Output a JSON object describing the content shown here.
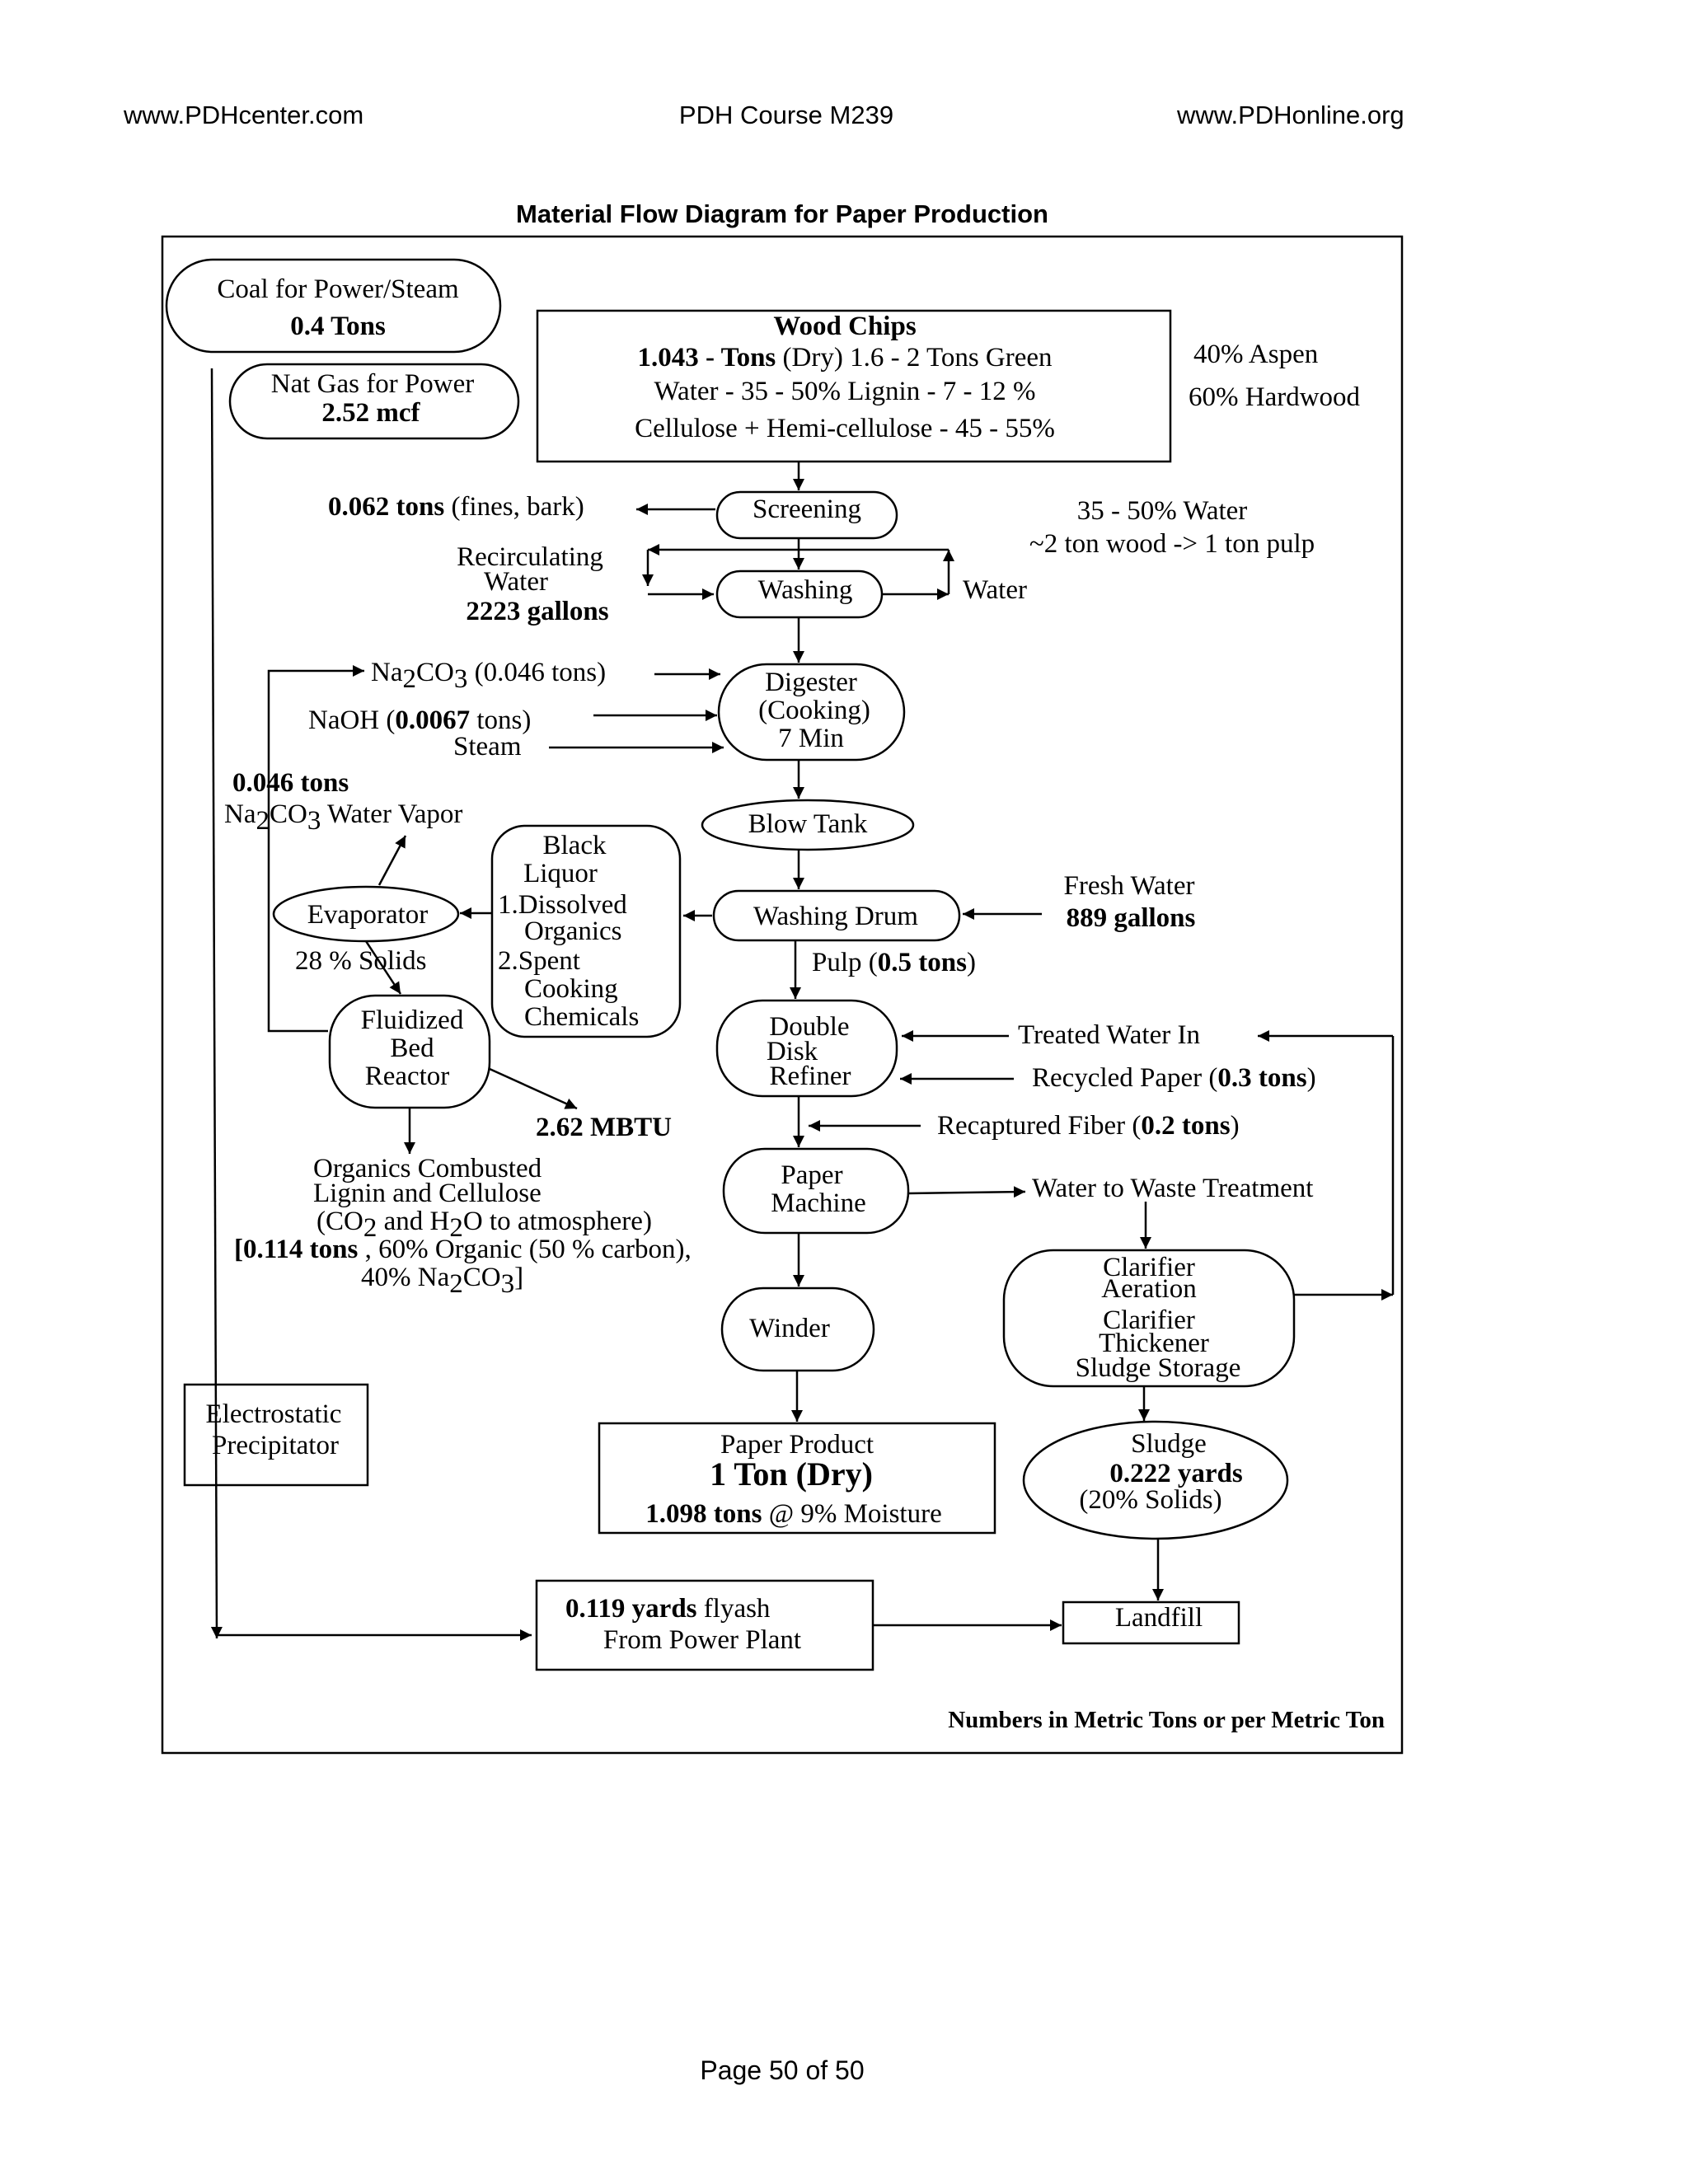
{
  "header": {
    "left_link": "www.PDHcenter.com",
    "center": "PDH Course M239",
    "right_link": "www.PDHonline.org"
  },
  "title": "Material Flow Diagram for Paper Production",
  "footer": "Page 50 of 50",
  "nodes": {
    "coal": {
      "line1": "Coal for Power/Steam",
      "line2": "0.4 Tons"
    },
    "natgas": {
      "line1": "Nat Gas for Power",
      "line2": "2.52 mcf"
    },
    "wood": {
      "title": "Wood Chips",
      "l1a": "1.043 - Tons",
      "l1b": " (Dry)  1.6 - 2 Tons Green",
      "l2": "Water - 35 - 50%        Lignin - 7 - 12 %",
      "l3": "Cellulose + Hemi-cellulose - 45 - 55%"
    },
    "species": {
      "l1": "40% Aspen",
      "l2": "60% Hardwood"
    },
    "screening": "Screening",
    "fines": {
      "a": "0.062 tons",
      "b": " (fines, bark)"
    },
    "screen_note": {
      "l1": "35 - 50% Water",
      "l2": "~2 ton wood -> 1 ton pulp"
    },
    "washing": "Washing",
    "recirc": {
      "l1": "Recirculating",
      "l2": "Water",
      "l3": "2223 gallons"
    },
    "water_out": "Water",
    "digester": {
      "l1": "Digester",
      "l2": "(Cooking)",
      "l3": "7 Min"
    },
    "na2co3_in": {
      "a": "Na",
      "sub1": "2",
      "b": "CO",
      "sub2": "3",
      "c": " (0.046 tons)"
    },
    "naoh": {
      "a": "NaOH (",
      "b": "0.0067",
      "c": " tons)"
    },
    "steam": "Steam",
    "vapor": {
      "l1": "0.046 tons",
      "l2a": "Na",
      "sub1": "2",
      "l2b": "CO",
      "sub2": "3",
      "l2c": " Water Vapor"
    },
    "blow_tank": "Blow Tank",
    "black_liquor": {
      "l1": "Black",
      "l2": "Liquor",
      "l3": "1.Dissolved",
      "l4": "Organics",
      "l5": "2.Spent",
      "l6": "Cooking",
      "l7": "Chemicals"
    },
    "evaporator": "Evaporator",
    "solids": "28 % Solids",
    "washing_drum": "Washing Drum",
    "fresh_water": {
      "l1": "Fresh Water",
      "l2": "889 gallons"
    },
    "pulp": {
      "a": "Pulp (",
      "b": "0.5 tons",
      "c": ")"
    },
    "fbr": {
      "l1": "Fluidized",
      "l2": "Bed",
      "l3": "Reactor"
    },
    "mbtu": "2.62 MBTU",
    "refiner": {
      "l1": "Double",
      "l2": "Disk",
      "l3": "Refiner"
    },
    "treated_water": "Treated Water In",
    "recycled_paper": {
      "a": "Recycled Paper (",
      "b": "0.3 tons",
      "c": ")"
    },
    "recaptured": {
      "a": "Recaptured Fiber (",
      "b": "0.2 tons",
      "c": ")"
    },
    "combusted": {
      "l1": "Organics Combusted",
      "l2": "Lignin and Cellulose",
      "l3a": "(CO",
      "sub1": "2",
      "l3b": " and H",
      "sub2": "2",
      "l3c": "O to atmosphere)",
      "l4a": "[0.114 tons",
      "l4b": " , 60% Organic (50 % carbon),",
      "l5a": "40% Na",
      "sub3": "2",
      "l5b": "CO",
      "sub4": "3",
      "l5c": "]"
    },
    "paper_machine": {
      "l1": "Paper",
      "l2": "Machine"
    },
    "waste_water": "Water to Waste Treatment",
    "clarifier": {
      "l1": "Clarifier",
      "l2": "Aeration",
      "l3": "Clarifier",
      "l4": "Thickener",
      "l5": "Sludge Storage"
    },
    "winder": "Winder",
    "esp": {
      "l1": "Electrostatic",
      "l2": "Precipitator"
    },
    "product": {
      "l1": "Paper Product",
      "l2": "1 Ton (Dry)",
      "l3a": "1.098 tons",
      "l3b": " @ 9% Moisture"
    },
    "sludge": {
      "l1": "Sludge",
      "l2": "0.222 yards",
      "l3": "(20% Solids)"
    },
    "flyash": {
      "l1a": "0.119 yards",
      "l1b": "  flyash",
      "l2": "From Power Plant"
    },
    "landfill": "Landfill",
    "units_note": "Numbers in Metric Tons or per Metric Ton"
  }
}
